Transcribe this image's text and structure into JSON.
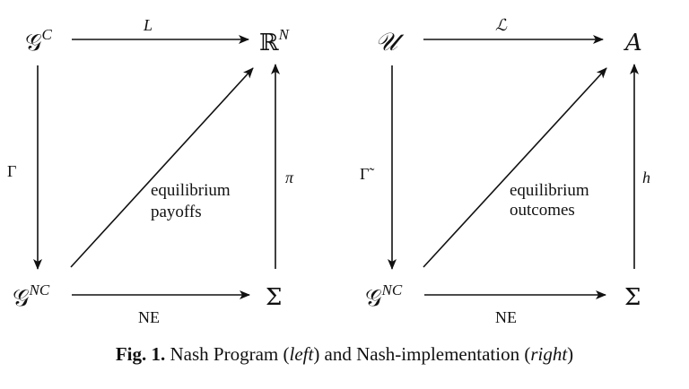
{
  "left_diagram": {
    "top_left": {
      "base": "𝒢",
      "sup": "C"
    },
    "top_right": {
      "base": "ℝ",
      "sup": "N"
    },
    "bottom_left": {
      "base": "𝒢",
      "sup": "NC"
    },
    "bottom_right": "Σ",
    "top_arrow_label": "L",
    "left_arrow_label": "Γ",
    "right_arrow_label": "π",
    "bottom_arrow_label": "NE",
    "diagonal_label_line1": "equilibrium",
    "diagonal_label_line2": "payoffs"
  },
  "right_diagram": {
    "top_left": "𝒰",
    "top_right": "A",
    "bottom_left": {
      "base": "𝒢",
      "sup": "NC"
    },
    "bottom_right": "Σ",
    "top_arrow_label": "ℒ",
    "left_arrow_label": "Γ̃",
    "right_arrow_label": "h",
    "bottom_arrow_label": "NE",
    "diagonal_label_line1": "equilibrium",
    "diagonal_label_line2": "outcomes"
  },
  "caption": {
    "prefix": "Fig. 1.",
    "text1": " Nash Program (",
    "left_word": "left",
    "text2": ") and Nash-implementation (",
    "right_word": "right",
    "text3": ")"
  }
}
